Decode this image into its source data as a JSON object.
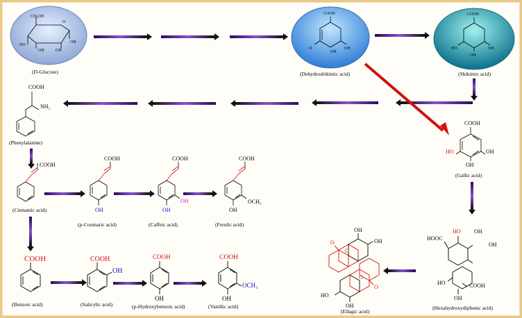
{
  "colors": {
    "frame": "#e8c987",
    "arrow_start": "#1a0033",
    "arrow_mid": "#7b3fb5",
    "arrow_end": "#000000",
    "red_arrow": "#d01010",
    "red_text": "#d01010",
    "blue_text": "#1010c0",
    "magenta_text": "#cc22cc"
  },
  "compounds": {
    "glucose": {
      "label": "(D-Glucose)",
      "atoms": {
        "ch2oh": "CH₂OH",
        "o": "O",
        "ho1": "HO",
        "oh1": "OH",
        "oh2": "OH",
        "oh3": "OH"
      }
    },
    "dehydroshikimic": {
      "label": "(Dehydroshikimic acid)",
      "atoms": {
        "cooh": "COOH",
        "o": "O",
        "oh1": "OH",
        "oh2": "OH"
      }
    },
    "shikimic": {
      "label": "(Shikimic acid)",
      "atoms": {
        "cooh": "COOH",
        "ho": "HO",
        "oh1": "OH",
        "oh2": "OH"
      }
    },
    "phenylalanine": {
      "label": "(Phenylalanine)",
      "atoms": {
        "cooh": "COOH",
        "nh2": "NH₂"
      }
    },
    "gallic": {
      "label": "(Gallic acid)",
      "atoms": {
        "cooh": "COOH",
        "ho": "HO",
        "oh1": "OH",
        "oh2": "OH"
      }
    },
    "cinnamic": {
      "label": "(Cinnamic acid)",
      "atoms": {
        "cooh": "COOH"
      }
    },
    "coumaric": {
      "label": "(p-Coumaric acid)",
      "atoms": {
        "cooh": "COOH",
        "oh": "OH"
      }
    },
    "caffeic": {
      "label": "(Caffeic acid)",
      "atoms": {
        "cooh": "COOH",
        "oh1": "OH",
        "oh2": "OH"
      }
    },
    "ferulic": {
      "label": "(Ferulic acid)",
      "atoms": {
        "cooh": "COOH",
        "oh": "OH",
        "och3": "OCH₃"
      }
    },
    "benzoic": {
      "label": "(Benzoic acid)",
      "atoms": {
        "cooh": "COOH"
      }
    },
    "salicylic": {
      "label": "(Salicylic acid)",
      "atoms": {
        "cooh": "COOH",
        "oh": "OH"
      }
    },
    "hydroxybenzoic": {
      "label": "(p-Hydroxybenzoic acid)",
      "atoms": {
        "cooh": "COOH",
        "oh": "OH"
      }
    },
    "vanillic": {
      "label": "(Vanillic acid)",
      "atoms": {
        "cooh": "COOH",
        "oh": "OH",
        "och3": "OCH₃"
      }
    },
    "ellagic": {
      "label": "(Ellagic acid)",
      "atoms": {
        "o1": "O",
        "o2": "O",
        "o3": "O",
        "o4": "O",
        "oh1": "OH",
        "oh2": "OH",
        "ho1": "HO",
        "oh3": "OH"
      }
    },
    "hexahydroxydiphenic": {
      "label": "(Hexahydroxydiphenic acid)",
      "atoms": {
        "hooc": "HOOC",
        "ho": "HO",
        "oh1": "OH",
        "oh2": "OH",
        "ho2": "HO",
        "cooh": "COOH",
        "oh3": "OH"
      }
    }
  }
}
